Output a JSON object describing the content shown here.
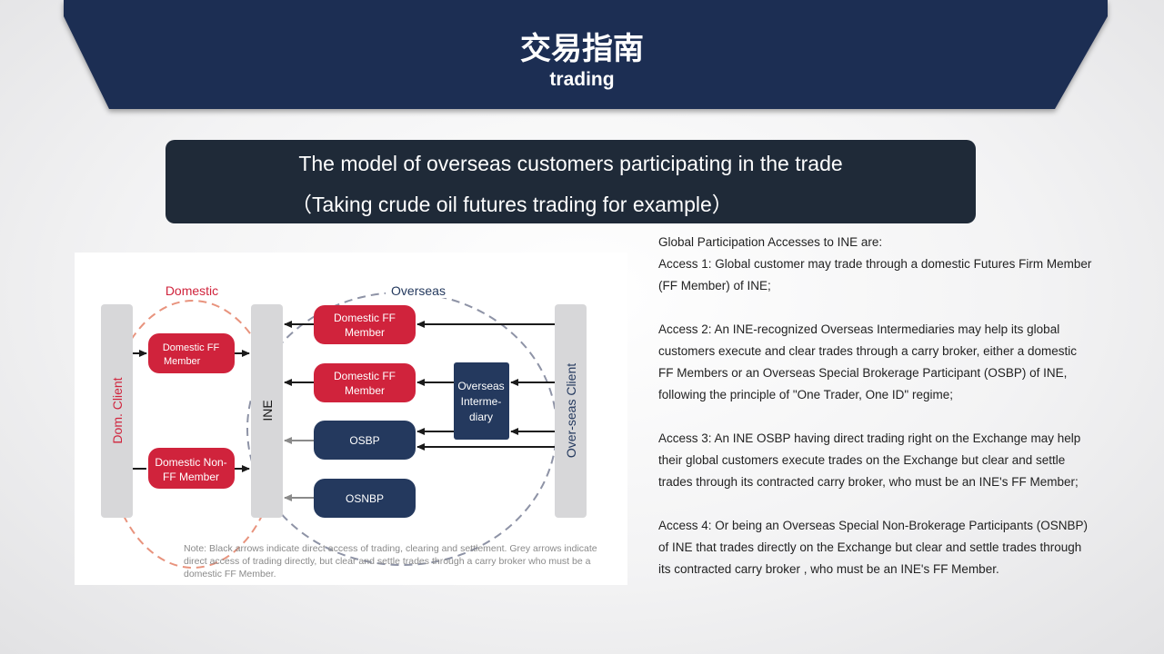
{
  "header": {
    "title_zh": "交易指南",
    "title_en": "trading"
  },
  "subtitle": {
    "line1": "The model of overseas customers participating in the trade",
    "line2": "（Taking crude oil futures trading for example）"
  },
  "diagram": {
    "domestic_label": "Domestic",
    "overseas_label": "Overseas",
    "dom_client_label": "Dom. Client",
    "ine_label": "INE",
    "overseas_client_label": "Over-seas Client",
    "domestic_ff_member_left": [
      "Domestic FF",
      "Member"
    ],
    "domestic_non_ff_member": [
      "Domestic Non-",
      "FF Member"
    ],
    "domestic_ff_member_1": [
      "Domestic FF",
      "Member"
    ],
    "domestic_ff_member_2": [
      "Domestic FF",
      "Member"
    ],
    "osbp": "OSBP",
    "osnbp": "OSNBP",
    "overseas_intermediary": [
      "Overseas",
      "Interme-",
      "diary"
    ],
    "note": "Note: Black arrows indicate direct access of  trading, clearing and settlement. Grey arrows indicate direct access of trading directly, but clear and settle trades through a carry broker who must be a domestic FF Member."
  },
  "description": {
    "heading": "Global Participation Accesses to INE are:",
    "access1": "Access 1: Global customer may trade through  a domestic Futures Firm Member  (FF Member)  of INE;",
    "access2": "Access 2: An INE-recognized Overseas Intermediaries may help its global customers execute and clear trades through a carry broker, either a domestic FF Members or an Overseas Special Brokerage Participant (OSBP) of INE, following the principle of \"One Trader, One ID\" regime;",
    "access3": "Access 3: An INE OSBP having direct trading right on the Exchange may help their global customers execute trades on the Exchange but clear and settle trades through its contracted carry broker, who must be an INE's FF Member;",
    "access4": "Access 4: Or being an Overseas Special Non-Brokerage Participants (OSNBP) of INE that trades directly on the Exchange but clear and settle trades through its contracted carry broker , who must be an INE's FF Member."
  },
  "colors": {
    "banner": "#1e2d52",
    "subtitle_box": "#1f2a38",
    "red_box": "#d0233c",
    "navy_box": "#24395e",
    "domestic_dash": "#e8937d",
    "overseas_dash": "#8e93a6"
  }
}
